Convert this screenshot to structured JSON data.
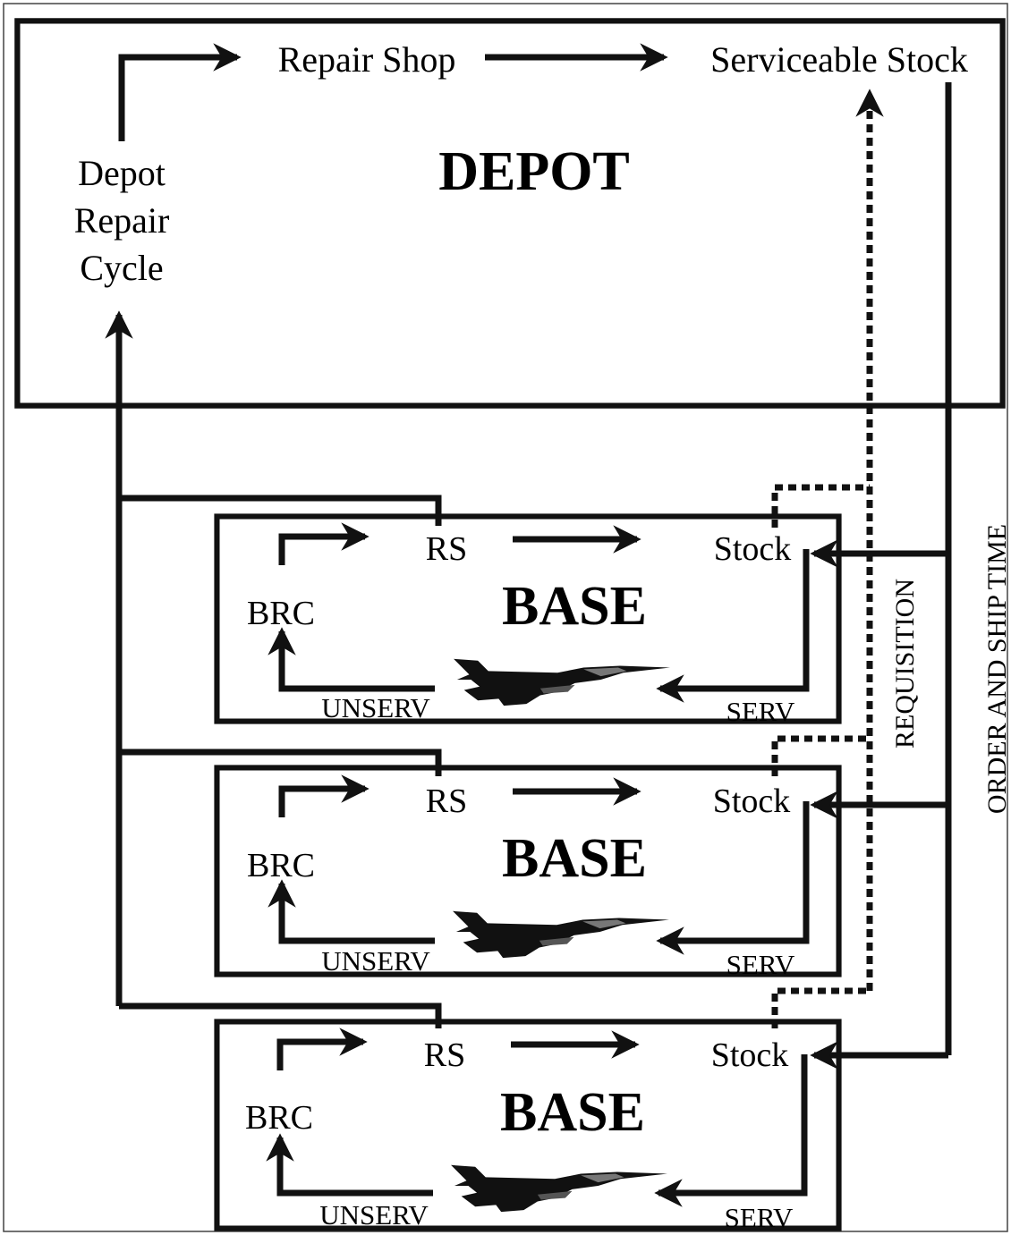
{
  "depot": {
    "title": "DEPOT",
    "repair_cycle_lines": [
      "Depot",
      "Repair",
      "Cycle"
    ],
    "repair_shop": "Repair Shop",
    "serviceable_stock": "Serviceable Stock"
  },
  "bases": [
    {
      "title": "BASE",
      "rs": "RS",
      "stock": "Stock",
      "brc": "BRC",
      "unserv": "UNSERV",
      "serv": "SERV",
      "aircraft_icon": "fighter-jet-icon"
    },
    {
      "title": "BASE",
      "rs": "RS",
      "stock": "Stock",
      "brc": "BRC",
      "unserv": "UNSERV",
      "serv": "SERV",
      "aircraft_icon": "fighter-jet-icon"
    },
    {
      "title": "BASE",
      "rs": "RS",
      "stock": "Stock",
      "brc": "BRC",
      "unserv": "UNSERV",
      "serv": "SERV",
      "aircraft_icon": "fighter-jet-icon"
    }
  ],
  "flows": {
    "requisition": "REQUISITION",
    "order_and_ship_time": "ORDER AND SHIP TIME"
  }
}
